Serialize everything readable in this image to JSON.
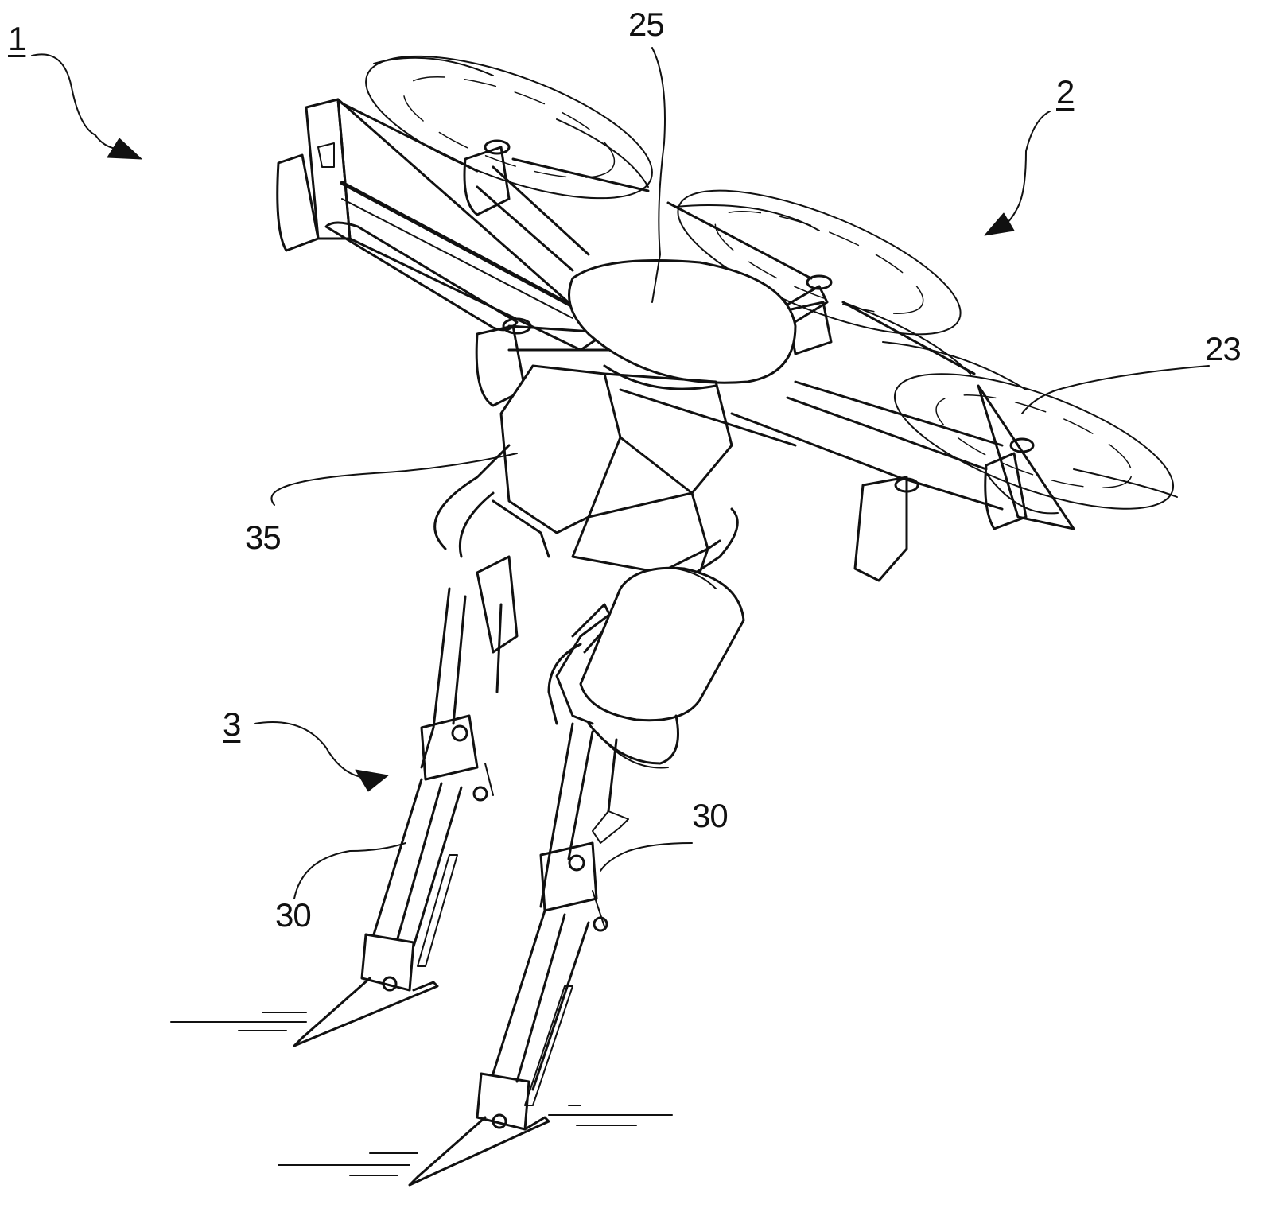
{
  "figure": {
    "ink_color": "#111111",
    "background": "#ffffff",
    "reference_numerals": [
      {
        "id": "ref-1",
        "text": "1",
        "underlined": true,
        "refers_to": "whole-device"
      },
      {
        "id": "ref-2",
        "text": "2",
        "underlined": true,
        "refers_to": "drone-body"
      },
      {
        "id": "ref-3",
        "text": "3",
        "underlined": true,
        "refers_to": "leg-unit"
      },
      {
        "id": "ref-25",
        "text": "25",
        "underlined": false,
        "refers_to": "center-hub"
      },
      {
        "id": "ref-23",
        "text": "23",
        "underlined": false,
        "refers_to": "rotor"
      },
      {
        "id": "ref-35",
        "text": "35",
        "underlined": false,
        "refers_to": "hip-housing"
      },
      {
        "id": "ref-30a",
        "text": "30",
        "underlined": false,
        "refers_to": "left-leg"
      },
      {
        "id": "ref-30b",
        "text": "30",
        "underlined": false,
        "refers_to": "right-leg"
      }
    ]
  }
}
